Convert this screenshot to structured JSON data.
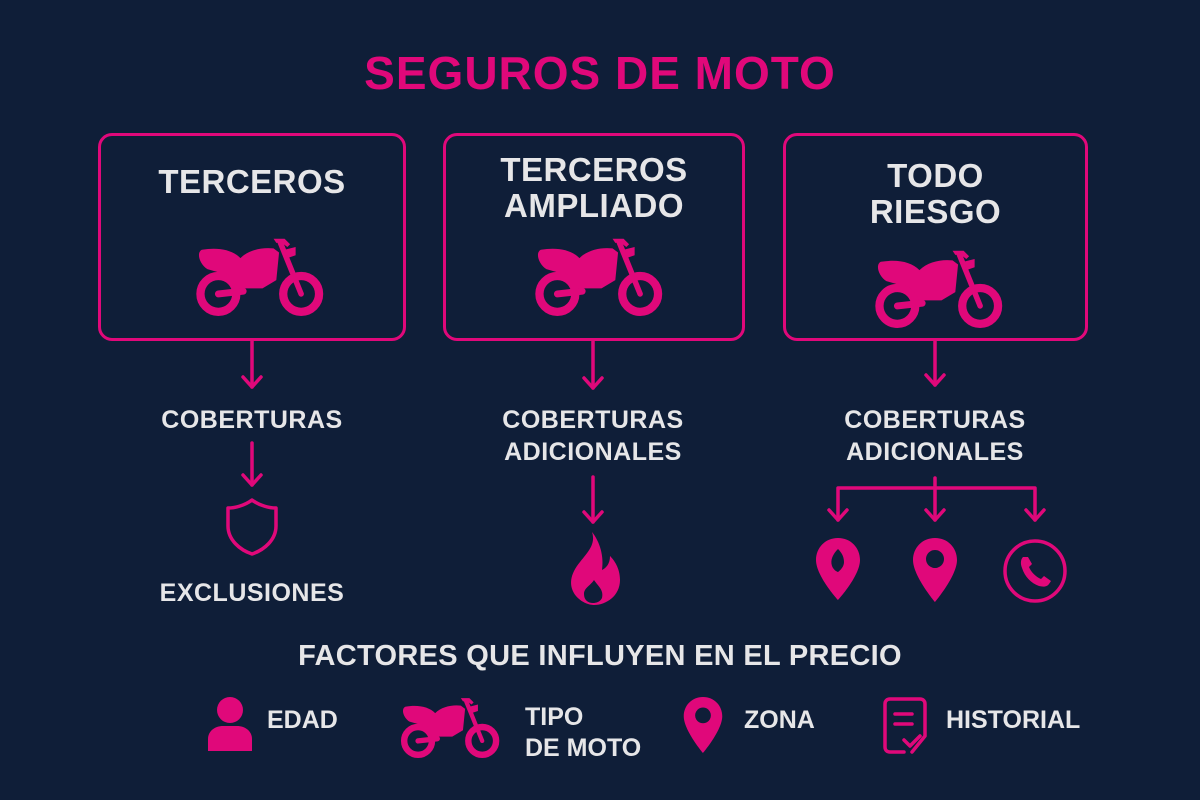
{
  "title": "SEGUROS DE MOTO",
  "colors": {
    "background": "#0f1e38",
    "accent": "#e0087a",
    "text": "#e6e6e8"
  },
  "columns": [
    {
      "box_title_lines": [
        "TERCEROS"
      ],
      "box_icon": "motorcycle-icon",
      "step1_lines": [
        "COBERTURAS"
      ],
      "step2_icon": "shield-icon",
      "step2_label": "EXCLUSIONES"
    },
    {
      "box_title_lines": [
        "TERCEROS",
        "AMPLIADO"
      ],
      "box_icon": "motorcycle-icon",
      "step1_lines": [
        "COBERTURAS",
        "ADICIONALES"
      ],
      "step2_icon": "flame-icon"
    },
    {
      "box_title_lines": [
        "TODO",
        "RIESGO"
      ],
      "box_icon": "motorcycle-icon",
      "step1_lines": [
        "COBERTURAS",
        "ADICIONALES"
      ],
      "step2_icons": [
        "map-pin-drop-icon",
        "map-pin-icon",
        "phone-circle-icon"
      ]
    }
  ],
  "factors": {
    "title": "FACTORES QUE INFLUYEN EN EL PRECIO",
    "items": [
      {
        "icon": "person-icon",
        "label_lines": [
          "EDAD"
        ]
      },
      {
        "icon": "motorcycle-icon",
        "label_lines": [
          "TIPO",
          "DE MOTO"
        ]
      },
      {
        "icon": "map-pin-icon",
        "label_lines": [
          "ZONA"
        ]
      },
      {
        "icon": "document-check-icon",
        "label_lines": [
          "HISTORIAL"
        ]
      }
    ]
  }
}
